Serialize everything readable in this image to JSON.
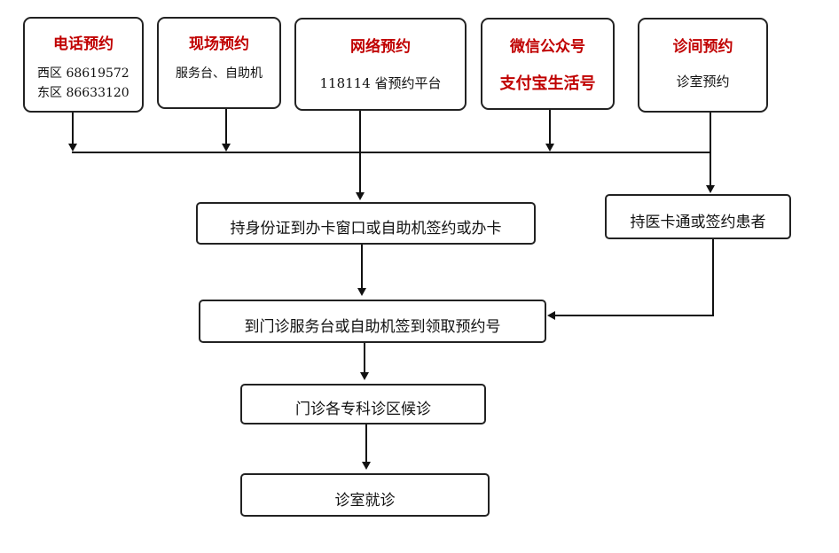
{
  "top_boxes": {
    "phone": {
      "title": "电话预约",
      "line1": "西区 68619572",
      "line2": "东区 86633120"
    },
    "onsite": {
      "title": "现场预约",
      "line1": "服务台、自助机"
    },
    "online": {
      "title": "网络预约",
      "line1": "118114 省预约平台"
    },
    "wechat": {
      "title": "微信公众号",
      "title2": "支付宝生活号"
    },
    "clinic": {
      "title": "诊间预约",
      "line1": "诊室预约"
    }
  },
  "steps": {
    "id_card": "持身份证到办卡窗口或自助机签约或办卡",
    "card_holder": "持医卡通或签约患者",
    "check_in": "到门诊服务台或自助机签到领取预约号",
    "waiting": "门诊各专科诊区候诊",
    "consult": "诊室就诊"
  },
  "colors": {
    "title_red": "#c00000",
    "border": "#222222"
  }
}
